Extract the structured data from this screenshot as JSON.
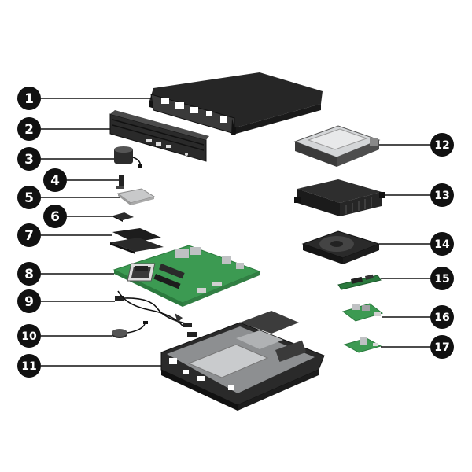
{
  "diagram": {
    "title": "",
    "callouts": [
      {
        "number": "1",
        "part": "top-cover"
      },
      {
        "number": "2",
        "part": "front-bezel"
      },
      {
        "number": "3",
        "part": "speaker"
      },
      {
        "number": "4",
        "part": "hood-sensor"
      },
      {
        "number": "5",
        "part": "processor"
      },
      {
        "number": "6",
        "part": "heatsink-pad"
      },
      {
        "number": "7",
        "part": "ssd-thermal-pads"
      },
      {
        "number": "8",
        "part": "system-board"
      },
      {
        "number": "9",
        "part": "antenna-cables"
      },
      {
        "number": "10",
        "part": "rtc-battery"
      },
      {
        "number": "11",
        "part": "chassis"
      },
      {
        "number": "12",
        "part": "drive-cage"
      },
      {
        "number": "13",
        "part": "heatsink"
      },
      {
        "number": "14",
        "part": "fan"
      },
      {
        "number": "15",
        "part": "m2-ssd"
      },
      {
        "number": "16",
        "part": "io-module"
      },
      {
        "number": "17",
        "part": "wlan-module"
      }
    ]
  },
  "colors": {
    "badge": "#111111",
    "leader": "#111111",
    "dark_part": "#1f1f1f",
    "mid_part": "#4a4a4a",
    "metal": "#cfd1d3",
    "board_green": "#3c9a52",
    "board_green_dark": "#2b7a3e"
  }
}
